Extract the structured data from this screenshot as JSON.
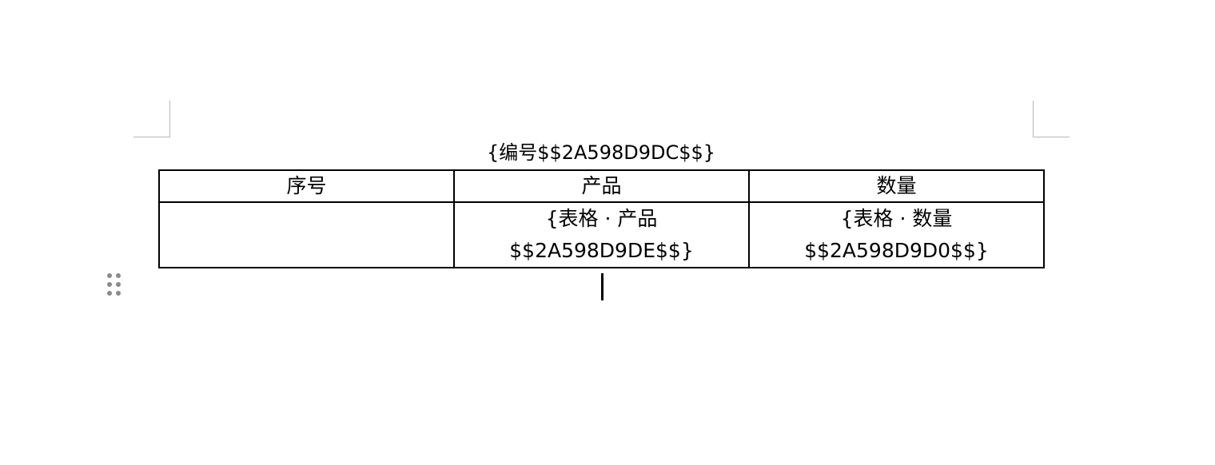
{
  "document": {
    "title": "{编号$$2A598D9DC$$}",
    "table": {
      "headers": [
        "序号",
        "产品",
        "数量"
      ],
      "rows": [
        [
          [
            ""
          ],
          [
            "{表格 · 产品",
            "$$2A598D9DE$$}"
          ],
          [
            "{表格 · 数量",
            "$$2A598D9D0$$}"
          ]
        ]
      ]
    }
  },
  "icons": {
    "drag_handle": "drag-handle-icon",
    "text_cursor": "text-cursor"
  },
  "colors": {
    "text": "#000000",
    "border": "#000000",
    "crop_marks": "#b8b8b8",
    "handle": "#8a8a8a"
  }
}
